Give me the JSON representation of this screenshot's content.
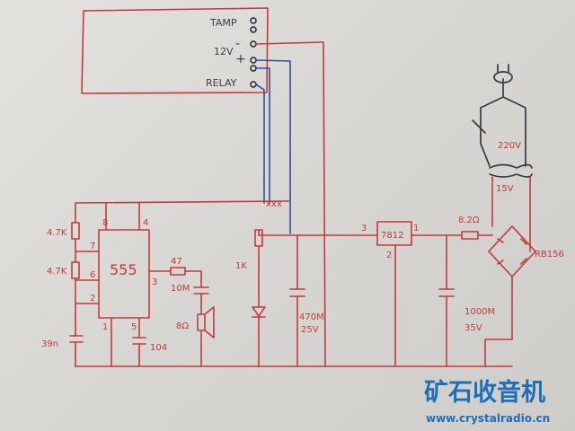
{
  "terminal_block": {
    "tamp": "TAMP",
    "v12": "12V",
    "minus": "-",
    "plus": "+",
    "relay": "RELAY"
  },
  "components": {
    "r1": "4.7K",
    "r2": "4.7K",
    "c_timing": "39n",
    "c_ctrl": "104",
    "r_out": "47",
    "c_out": "10M",
    "speaker": "8Ω",
    "r_led": "1K",
    "c_470": "470M",
    "c_470_v": "25V",
    "regulator": "7812",
    "r_82": "8.2Ω",
    "c_1000": "1000M",
    "c_1000_v": "35V",
    "bridge": "RB156",
    "mains": "220V",
    "secondary": "15V"
  },
  "ic": {
    "name": "555",
    "pin8": "8",
    "pin4": "4",
    "pin7": "7",
    "pin6": "6",
    "pin2": "2",
    "pin3": "3",
    "pin1": "1",
    "pin5": "5"
  },
  "reg_pins": {
    "p3": "3",
    "p1": "1",
    "p2": "2"
  },
  "junction_mark": "xxx",
  "watermark": {
    "title": "矿石收音机",
    "url": "www.crystalradio.cn"
  },
  "colors": {
    "ink_red": "#c33a3a",
    "ink_blue": "#2e4f9e",
    "ink_dark": "#3b3a44",
    "watermark": "#1d6fb8"
  }
}
